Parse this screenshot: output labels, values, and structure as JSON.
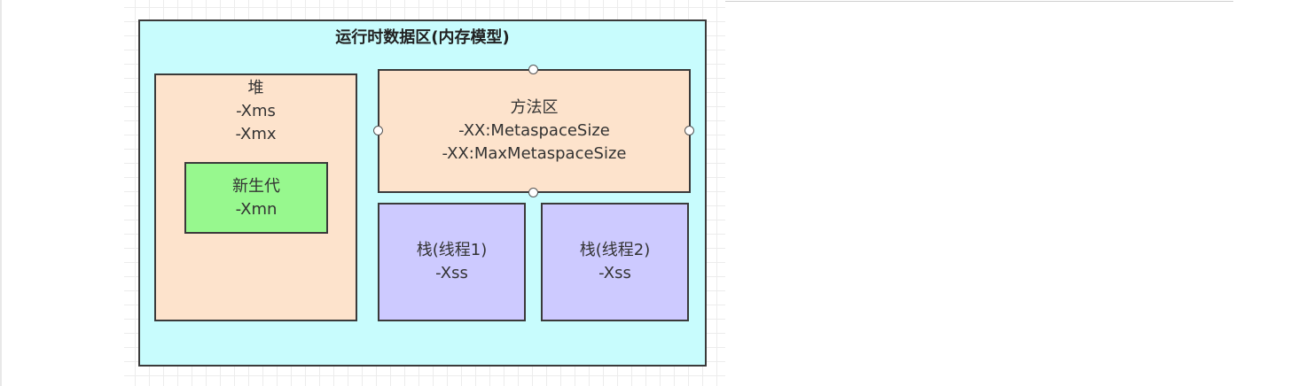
{
  "diagram": {
    "outer": {
      "title": "运行时数据区(内存模型)"
    },
    "heap": {
      "line1": "堆",
      "line2": "-Xms",
      "line3": "-Xmx"
    },
    "young": {
      "line1": "新生代",
      "line2": "-Xmn"
    },
    "method_area": {
      "line1": "方法区",
      "line2": "-XX:MetaspaceSize",
      "line3": "-XX:MaxMetaspaceSize"
    },
    "stack1": {
      "line1": "栈(线程1)",
      "line2": "-Xss"
    },
    "stack2": {
      "line1": "栈(线程2)",
      "line2": "-Xss"
    }
  },
  "colors": {
    "outer_fill": "#c8fcfd",
    "heap_fill": "#fde3cc",
    "young_fill": "#97f88e",
    "stack_fill": "#cdcaff",
    "border": "#3a3a3a"
  }
}
